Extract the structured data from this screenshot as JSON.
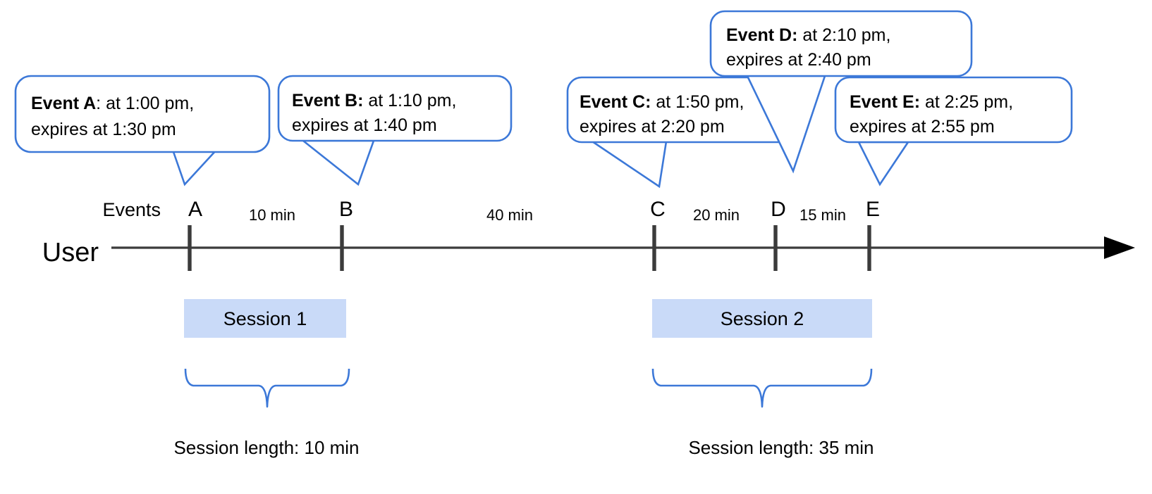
{
  "diagram": {
    "title_axis_labels": {
      "user": "User",
      "events": "Events"
    },
    "callouts": [
      {
        "id": "A",
        "lead": "Event A",
        "sep": ": ",
        "line1_rest": "at 1:00 pm,",
        "line2": "expires at 1:30 pm"
      },
      {
        "id": "B",
        "lead": "Event B:",
        "sep": " ",
        "line1_rest": "at 1:10 pm,",
        "line2": "expires at 1:40 pm"
      },
      {
        "id": "C",
        "lead": "Event C:",
        "sep": " ",
        "line1_rest": "at 1:50 pm,",
        "line2": "expires at 2:20 pm"
      },
      {
        "id": "D",
        "lead": "Event D:",
        "sep": " ",
        "line1_rest": "at 2:10 pm,",
        "line2": "expires at 2:40 pm"
      },
      {
        "id": "E",
        "lead": "Event E:",
        "sep": " ",
        "line1_rest": "at 2:25 pm,",
        "line2": "expires at 2:55 pm"
      }
    ],
    "events": [
      {
        "letter": "A",
        "time": "1:00 pm",
        "expires": "1:30 pm"
      },
      {
        "letter": "B",
        "time": "1:10 pm",
        "expires": "1:40 pm"
      },
      {
        "letter": "C",
        "time": "1:50 pm",
        "expires": "2:20 pm"
      },
      {
        "letter": "D",
        "time": "2:10 pm",
        "expires": "2:40 pm"
      },
      {
        "letter": "E",
        "time": "2:25 pm",
        "expires": "2:55 pm"
      }
    ],
    "gaps": [
      {
        "from": "A",
        "to": "B",
        "label": "10 min"
      },
      {
        "from": "B",
        "to": "C",
        "label": "40 min"
      },
      {
        "from": "C",
        "to": "D",
        "label": "20 min"
      },
      {
        "from": "D",
        "to": "E",
        "label": "15 min"
      }
    ],
    "sessions": [
      {
        "name": "Session 1",
        "length_label": "Session length: 10 min"
      },
      {
        "name": "Session 2",
        "length_label": "Session length: 35 min"
      }
    ],
    "colors": {
      "callout_stroke": "#3c78d8",
      "session_fill": "#c9daf8",
      "axis": "#3b3b3b",
      "text": "#000000"
    }
  }
}
